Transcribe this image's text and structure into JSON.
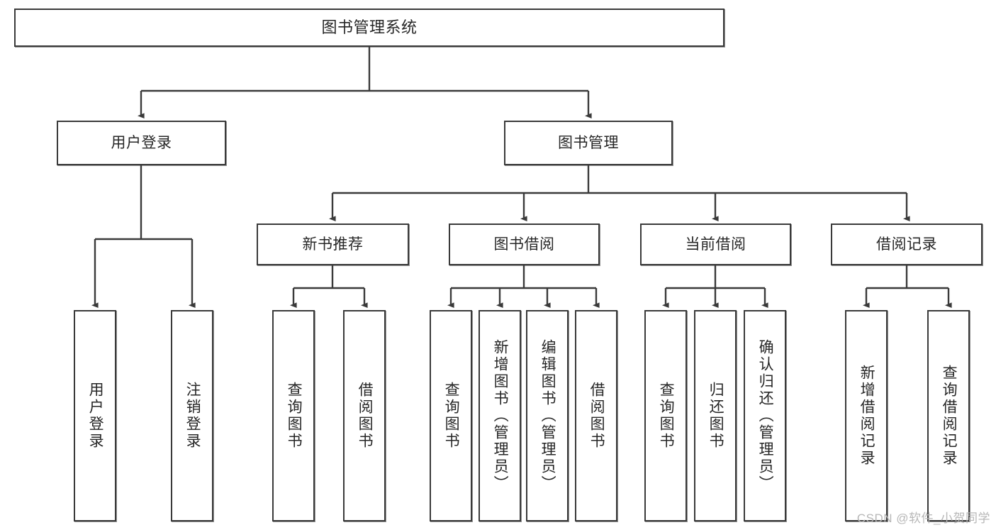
{
  "diagram": {
    "title": "图书管理系统",
    "type": "hierarchy-tree",
    "watermark": "CSDN @软件_小贺同学",
    "nodes": {
      "root": {
        "label": "图书管理系统"
      },
      "level2": [
        {
          "id": "user-login",
          "label": "用户登录"
        },
        {
          "id": "book-manage",
          "label": "图书管理"
        }
      ],
      "level3": [
        {
          "id": "new-book-recommend",
          "label": "新书推荐"
        },
        {
          "id": "book-borrow",
          "label": "图书借阅"
        },
        {
          "id": "current-borrow",
          "label": "当前借阅"
        },
        {
          "id": "borrow-record",
          "label": "借阅记录"
        }
      ],
      "leaves": {
        "user_login": [
          {
            "id": "leaf-user-login",
            "label": "用户登录"
          },
          {
            "id": "leaf-logout-login",
            "label": "注销登录"
          }
        ],
        "new_book_recommend": [
          {
            "id": "leaf-query-book-1",
            "label": "查询图书"
          },
          {
            "id": "leaf-borrow-book-1",
            "label": "借阅图书"
          }
        ],
        "book_borrow": [
          {
            "id": "leaf-query-book-2",
            "label": "查询图书"
          },
          {
            "id": "leaf-add-book",
            "label": "新增图书（管理员）"
          },
          {
            "id": "leaf-edit-book",
            "label": "编辑图书（管理员）"
          },
          {
            "id": "leaf-borrow-book-2",
            "label": "借阅图书"
          }
        ],
        "current_borrow": [
          {
            "id": "leaf-query-book-3",
            "label": "查询图书"
          },
          {
            "id": "leaf-return-book",
            "label": "归还图书"
          },
          {
            "id": "leaf-confirm-return",
            "label": "确认归还（管理员）"
          }
        ],
        "borrow_record": [
          {
            "id": "leaf-add-record",
            "label": "新增借阅记录"
          },
          {
            "id": "leaf-query-record",
            "label": "查询借阅记录"
          }
        ]
      }
    },
    "colors": {
      "stroke": "#3a3a3a",
      "fill": "#ffffff",
      "text": "#262626",
      "watermark": "#b7b7b7"
    }
  }
}
